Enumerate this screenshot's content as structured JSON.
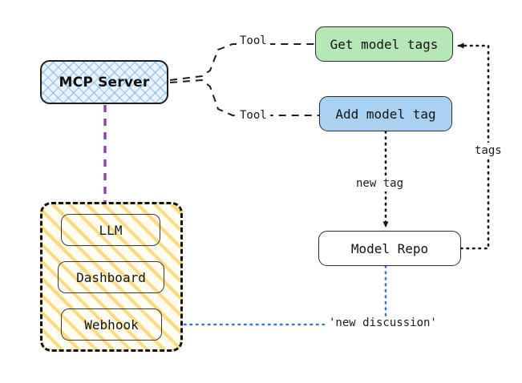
{
  "diagram": {
    "type": "flow-architecture",
    "nodes": {
      "mcp_server": {
        "label": "MCP Server",
        "fill": "#eaf4fd",
        "pattern": "crosshatch"
      },
      "get_model_tags": {
        "label": "Get model tags",
        "fill": "#b6e7b6"
      },
      "add_model_tag": {
        "label": "Add model tag",
        "fill": "#a9d2f2"
      },
      "model_repo": {
        "label": "Model Repo",
        "fill": "#ffffff"
      },
      "cluster": {
        "fill": "#fffdf0",
        "pattern": "diagonal-stripes",
        "stripe_color": "#f7d05e"
      },
      "llm": {
        "label": "LLM"
      },
      "dashboard": {
        "label": "Dashboard"
      },
      "webhook": {
        "label": "Webhook"
      }
    },
    "edges": {
      "tool_top": {
        "label": "Tool",
        "style": "dashed",
        "color": "#1e1e1e"
      },
      "tool_bottom": {
        "label": "Tool",
        "style": "dashed",
        "color": "#1e1e1e"
      },
      "new_tag": {
        "label": "new tag",
        "style": "dotted",
        "color": "#111111"
      },
      "tags": {
        "label": "tags",
        "style": "dotted",
        "color": "#111111"
      },
      "new_discussion": {
        "label": "'new discussion'",
        "style": "dotted",
        "color": "#3b78c4"
      },
      "mcp_to_llm": {
        "label": "",
        "style": "dashed",
        "color": "#8e3fbe"
      }
    }
  }
}
